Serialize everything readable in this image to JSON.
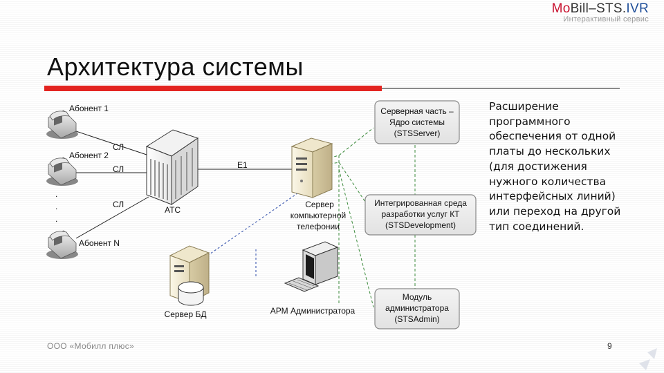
{
  "brand": {
    "logo_mo": "Mo",
    "logo_bill": "Bill",
    "logo_dash": "–",
    "logo_sts": "STS.",
    "logo_ivr": "IVR",
    "subtitle": "Интерактивный сервис"
  },
  "slide": {
    "title": "Архитектура системы",
    "text": "Расширение программного обеспечения от одной платы до нескольких (для достижения нужного количества интерфейсных линий) или переход на другой тип соединений.",
    "footer": "ООО «Мобилл плюс»",
    "page_number": "9"
  },
  "diagram": {
    "subscribers": [
      "Абонент 1",
      "Абонент 2",
      "Абонент N"
    ],
    "line_labels": [
      "СЛ",
      "СЛ",
      "СЛ"
    ],
    "ellipsis": ".",
    "atc_label": "АТС",
    "e1_label": "E1",
    "server_label": [
      "Сервер",
      "компьютерной",
      "телефонии"
    ],
    "db_label": "Сервер БД",
    "admin_ws_label": "АРМ Администратора",
    "modules": [
      {
        "lines": [
          "Серверная часть –",
          "Ядро системы",
          "(STSServer)"
        ]
      },
      {
        "lines": [
          "Интегрированная среда",
          "разработки услуг КТ",
          "(STSDevelopment)"
        ]
      },
      {
        "lines": [
          "Модуль",
          "администратора",
          "(STSAdmin)"
        ]
      }
    ],
    "colors": {
      "green_line": "#3b8a3b",
      "blue_line": "#2b4aa8",
      "module_fill": "#ececec",
      "module_border": "#888888"
    }
  }
}
